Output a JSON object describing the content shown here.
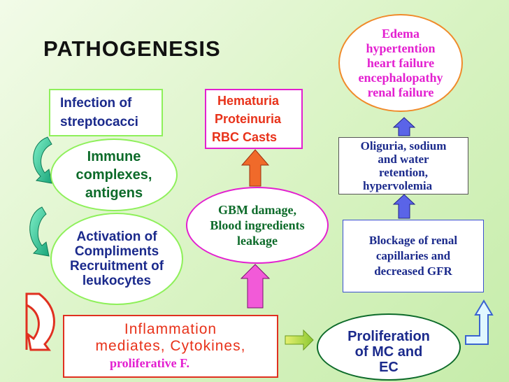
{
  "title": "PATHOGENESIS",
  "nodes": {
    "infection": {
      "line1": "Infection of",
      "line2": "streptocacci"
    },
    "hematuria": {
      "line1": "Hematuria",
      "line2": "Proteinuria",
      "line3": "RBC Casts"
    },
    "edema": {
      "line1": "Edema",
      "line2": "hypertention",
      "line3": "heart failure",
      "line4": "encephalopathy",
      "line5": "renal failure"
    },
    "immune": {
      "line1": "Immune",
      "line2": "complexes,",
      "line3": "antigens"
    },
    "oliguria": {
      "line1": "Oliguria, sodium",
      "line2": "and water",
      "line3": "retention,",
      "line4": "hypervolemia"
    },
    "gbm": {
      "line1": "GBM damage,",
      "line2": "Blood ingredients",
      "line3": "leakage"
    },
    "blockage": {
      "line1": "Blockage of renal",
      "line2": "capillaries and",
      "line3": "decreased GFR"
    },
    "activation": {
      "line1": "Activation of",
      "line2": "Compliments",
      "line3": "Recruitment of",
      "line4": "leukocytes"
    },
    "inflammation": {
      "line1": "Inflammation",
      "line2": "mediates, Cytokines,",
      "line3": "proliferative F."
    },
    "proliferation": {
      "line1": "Proliferation",
      "line2": "of MC and",
      "line3": "EC"
    }
  },
  "colors": {
    "navy": "#1b2a8c",
    "red_text": "#e8321a",
    "green_border": "#8ef05a",
    "magenta": "#e31fd0",
    "orange": "#f08a2a",
    "red_border": "#e03020",
    "blue_border": "#3a4fd0",
    "dark_green": "#0d6b2a"
  }
}
